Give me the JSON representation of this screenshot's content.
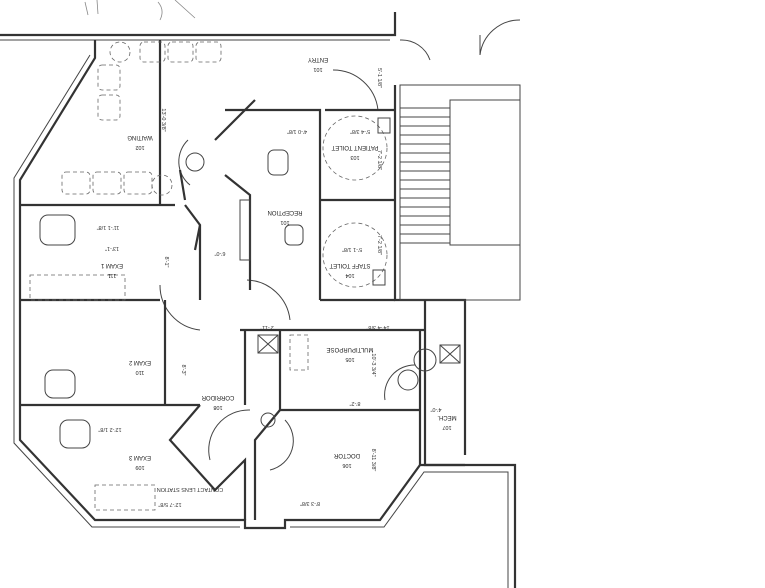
{
  "plan": {
    "rooms": [
      {
        "name": "ENTRY",
        "number": "101"
      },
      {
        "name": "WAITING",
        "number": "102"
      },
      {
        "name": "PATIENT TOILET",
        "number": "103"
      },
      {
        "name": "RECEPTION",
        "number": "101"
      },
      {
        "name": "STAFF TOILET",
        "number": "104"
      },
      {
        "name": "EXAM 1",
        "number": "111"
      },
      {
        "name": "MULTIPURPOSE",
        "number": "105"
      },
      {
        "name": "EXAM 2",
        "number": "110"
      },
      {
        "name": "CORRIDOR",
        "number": "108"
      },
      {
        "name": "MECH.",
        "number": "107"
      },
      {
        "name": "DOCTOR",
        "number": "106"
      },
      {
        "name": "EXAM 3",
        "number": "109"
      }
    ],
    "dimensions": [
      "5'-1 1/8\"",
      "13'-0 3/8\"",
      "4'-0 1/8\"",
      "5'-4 3/8\"",
      "7'-2 1/8\"",
      "11'-1 1/8\"",
      "13'-1\"",
      "8'-1\"",
      "6'-0\"",
      "5'-1 1/8\"",
      "7'-2 1/8\"",
      "2'-11\"",
      "14'-4 3/8\"",
      "10'-3 3/4\"",
      "8'-2\"",
      "4'-0\"",
      "12'-2 1/8\"",
      "8'-11 3/8\"",
      "8'-3 3/8\"",
      "12'-7 5/8\"",
      "8'-3\""
    ],
    "furniture_note": "CONTACT LENS STATION"
  }
}
